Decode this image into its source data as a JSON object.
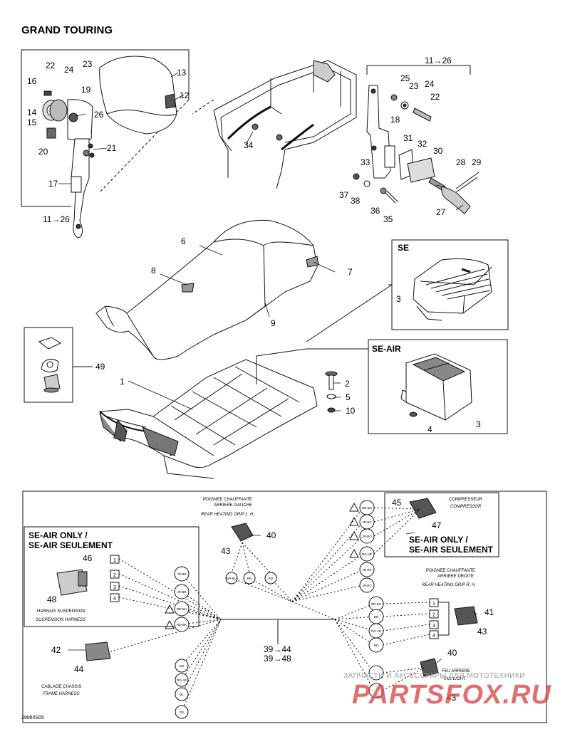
{
  "title": "GRAND TOURING",
  "figure_id": "29MI0S05",
  "watermark": {
    "line1": "ЗАПЧАСТИ И АКСЕССУАРЫ ДЛЯ МОТОТЕХНИКИ",
    "line2": "PARTSFOX.RU"
  },
  "sections": {
    "se": "SE",
    "se_air": "SE-AIR",
    "se_air_only": "SE-AIR ONLY /",
    "se_air_seulement": "SE-AIR SEULEMENT"
  },
  "harness_labels": {
    "grip_left_fr1": "POIGNEE CHAUFFANTE",
    "grip_left_fr2": "ARRIERE GAUCHE",
    "grip_left_en": "REAR HEATING GRIP L. H.",
    "compressor_fr": "COMPRESSEUR",
    "compressor_en": "COMPRESSOR",
    "grip_right_fr1": "POIGNEE CHAUFFANTE",
    "grip_right_fr2": "ARRIERE DROITE",
    "grip_right_en": "REAR HEATING GRIP R. H.",
    "suspension_fr": "HARNAIS SUSPENSION",
    "suspension_en": "SUSPENSION HARNESS",
    "frame_fr": "CABLAGE CHASSIS",
    "frame_en": "FRAME HARNESS",
    "taillight_fr": "FEU ARRIERE",
    "taillight_en": "TAIL LIGHT"
  },
  "callouts": {
    "c1": "1",
    "c2": "2",
    "c3": "3",
    "c3b": "3",
    "c4": "4",
    "c5": "5",
    "c6": "6",
    "c7": "7",
    "c8": "8",
    "c9": "9",
    "c10": "10",
    "c12": "12",
    "c13": "13",
    "c14": "14",
    "c15": "15",
    "c16": "16",
    "c17": "17",
    "c18": "18",
    "c19": "19",
    "c20": "20",
    "c21": "21",
    "c22": "22",
    "c22b": "22",
    "c23": "23",
    "c23b": "23",
    "c24": "24",
    "c24b": "24",
    "c25": "25",
    "c26": "26",
    "c27": "27",
    "c28": "28",
    "c29": "29",
    "c30": "30",
    "c31": "31",
    "c32": "32",
    "c33": "33",
    "c34": "34",
    "c35": "35",
    "c36": "36",
    "c37": "37",
    "c38": "38",
    "c40": "40",
    "c40b": "40",
    "c41": "41",
    "c42": "42",
    "c43": "43",
    "c43b": "43",
    "c43c": "43",
    "c44": "44",
    "c45": "45",
    "c46": "46",
    "c47": "47",
    "c48": "48",
    "c49": "49",
    "ref_11_26a": "11→26",
    "ref_11_26b": "11→26",
    "ref_39_44": "39→44",
    "ref_39_48": "39→48"
  },
  "wire_tags": {
    "w1": "RD-BU",
    "w2": "JR-BC",
    "w3": "JR-NO",
    "w4": "RG-JR",
    "w5": "JR-RF",
    "w6": "JR-RC",
    "w7": "BR-BU",
    "w8": "BR",
    "w9": "RD",
    "w10": "JR-BR",
    "w11": "JR-BR",
    "w12": "RD-BU",
    "w13": "RD-BK",
    "w14": "BR-BU",
    "w15": "BR",
    "w16": "RG-JR",
    "w17": "NO",
    "w18": "NO",
    "w19": "RG-JR",
    "w20": "BL",
    "w21": "GS"
  },
  "pins": {
    "p1": "1",
    "p2": "2",
    "p3": "3",
    "p4": "4",
    "q1": "1",
    "q2": "2",
    "q3": "3",
    "q4": "4"
  }
}
